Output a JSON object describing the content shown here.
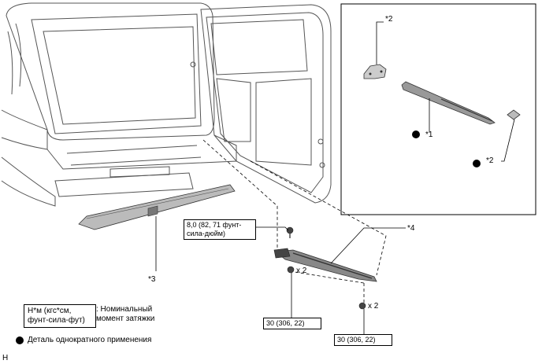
{
  "callouts": {
    "c1": "*1",
    "c2_top": "*2",
    "c2_bottom": "*2",
    "c3": "*3",
    "c4": "*4",
    "qty_bolt": "x 2",
    "qty_nut": "x 2"
  },
  "torque_boxes": {
    "upper": {
      "line1": "8,0 (82, 71 фунт-",
      "line2": "сила-дюйм)"
    },
    "left": {
      "value": "30 (306, 22)"
    },
    "right": {
      "value": "30 (306, 22)"
    }
  },
  "legend": {
    "unit_line1": "Н*м (кгс*см,",
    "unit_line2": "фунт-сила-фут)",
    "torque_line1": ": Номинальный",
    "torque_line2": "момент затяжки",
    "single_use": "Деталь однократного применения"
  },
  "corner_code": "H",
  "colors": {
    "line": "#000000",
    "drawing": "#555555",
    "fill_dark": "#222222"
  }
}
